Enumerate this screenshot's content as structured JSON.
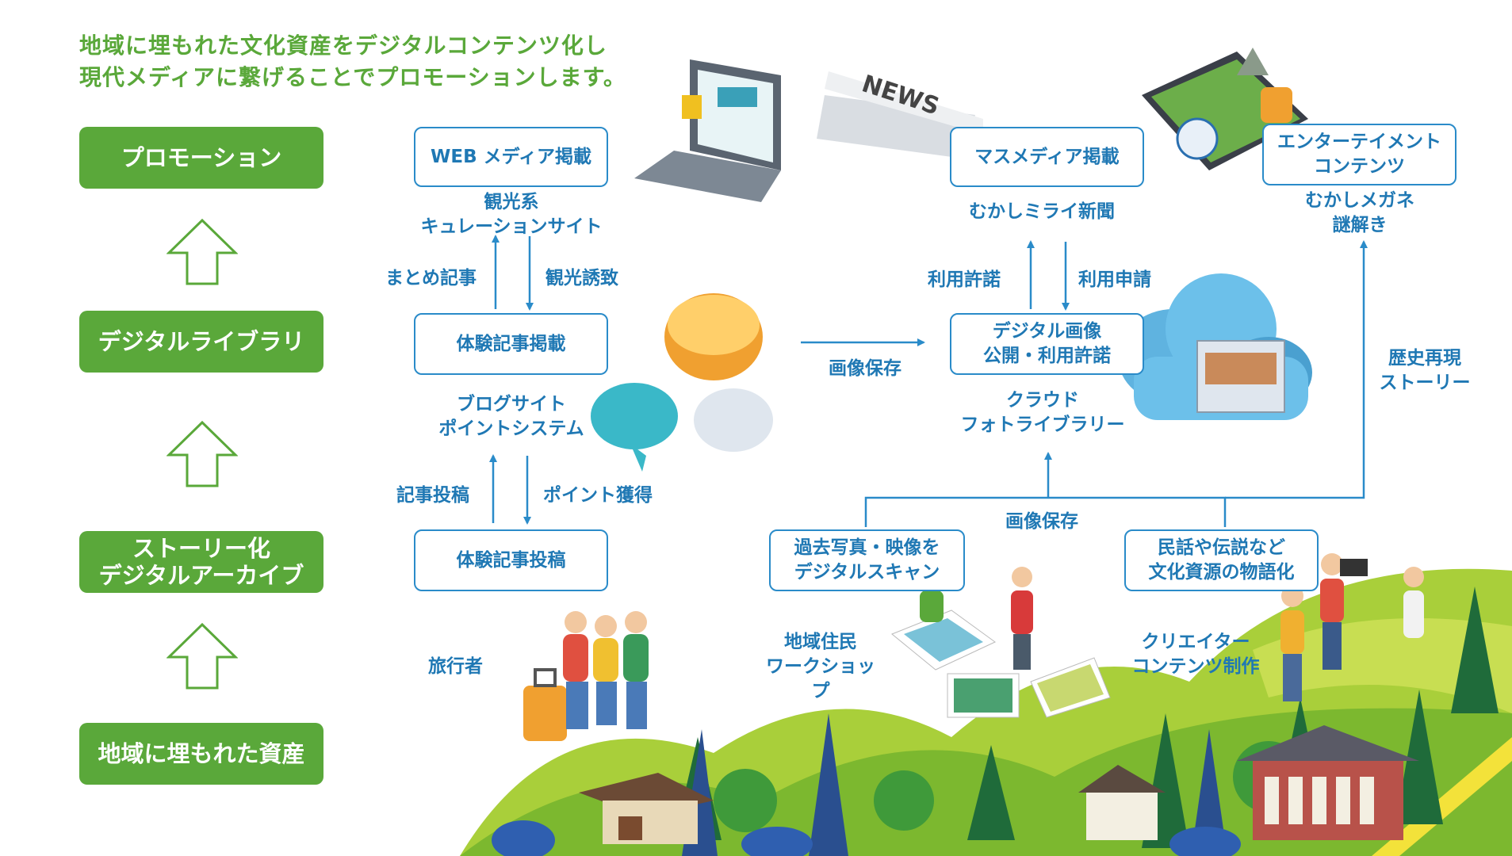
{
  "headline": {
    "line1": "地域に埋もれた文化資産をデジタルコンテンツ化し",
    "line2": "現代メディアに繋げることでプロモーションします。"
  },
  "levels": [
    {
      "label": "プロモーション"
    },
    {
      "label": "デジタルライブラリ"
    },
    {
      "label": "ストーリー化\nデジタルアーカイブ"
    },
    {
      "label": "地域に埋もれた資産"
    }
  ],
  "boxes": {
    "web_media": "WEB メディア掲載",
    "experience_post": "体験記事掲載",
    "experience_submit": "体験記事投稿",
    "mass_media": "マスメディア掲載",
    "digital_image": "デジタル画像\n公開・利用許諾",
    "entertainment": "エンターテイメント\nコンテンツ",
    "past_photos": "過去写真・映像を\nデジタルスキャン",
    "folklore": "民話や伝説など\n文化資源の物語化"
  },
  "labels": {
    "tourism_site": "観光系\nキュレーションサイト",
    "summary_article": "まとめ記事",
    "tourism_attract": "観光誘致",
    "blog_site": "ブログサイト\nポイントシステム",
    "article_post": "記事投稿",
    "point_earn": "ポイント獲得",
    "traveler": "旅行者",
    "image_save_1": "画像保存",
    "usage_permit": "利用許諾",
    "usage_apply": "利用申請",
    "newspaper": "むかしミライ新聞",
    "cloud_library": "クラウド\nフォトライブラリー",
    "image_save_2": "画像保存",
    "resident_workshop": "地域住民\nワークショップ",
    "creator_content": "クリエイター\nコンテンツ制作",
    "history_story": "歴史再現\nストーリー",
    "mukashi_megane": "むかしメガネ\n謎解き"
  },
  "illustrations": {
    "news_sign": "NEWS"
  },
  "colors": {
    "green": "#5aa83a",
    "blue": "#1f78b4",
    "border_blue": "#2a8bc9"
  }
}
